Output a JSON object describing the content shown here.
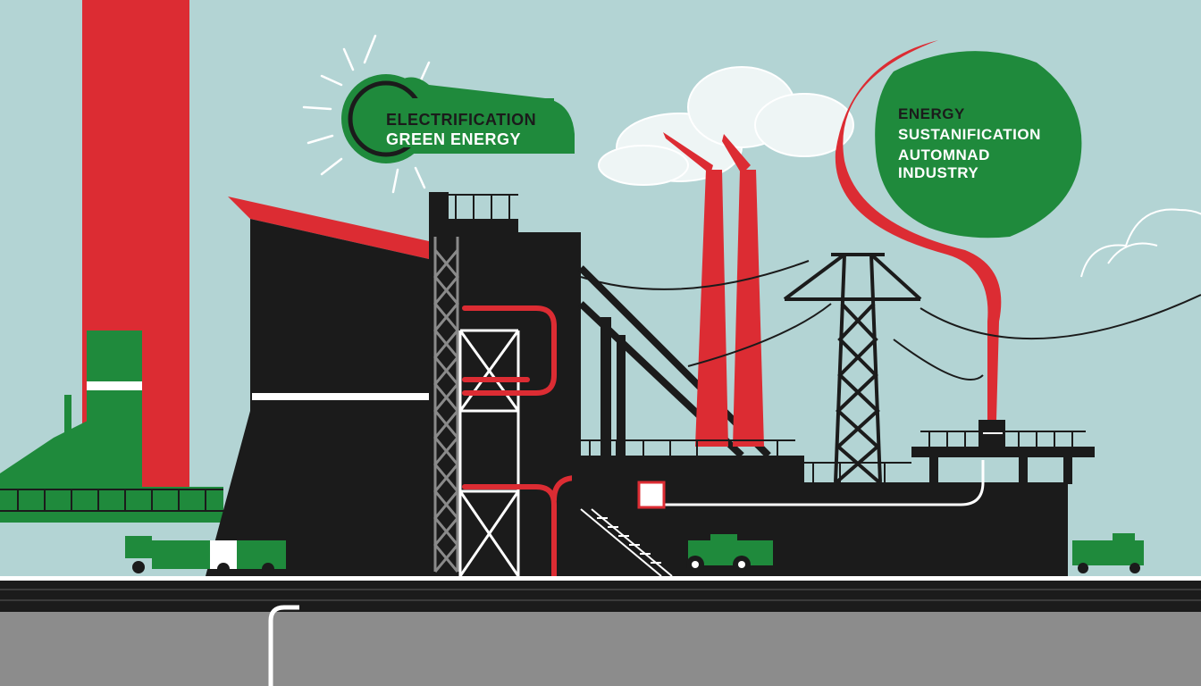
{
  "badge_left": {
    "line1": "ELECTRIFICATION",
    "line2": "GREEN ENERGY"
  },
  "badge_right": {
    "line1": "ENERGY",
    "line2": "SUSTANIFICATION",
    "line3": "AUTOMNAD",
    "line4": "INDUSTRY"
  },
  "colors": {
    "sky": "#b3d4d4",
    "red": "#dc2c33",
    "green": "#1f8a3c",
    "black": "#1b1b1b",
    "ground": "#8c8c8c",
    "cloud": "#eef5f5"
  }
}
